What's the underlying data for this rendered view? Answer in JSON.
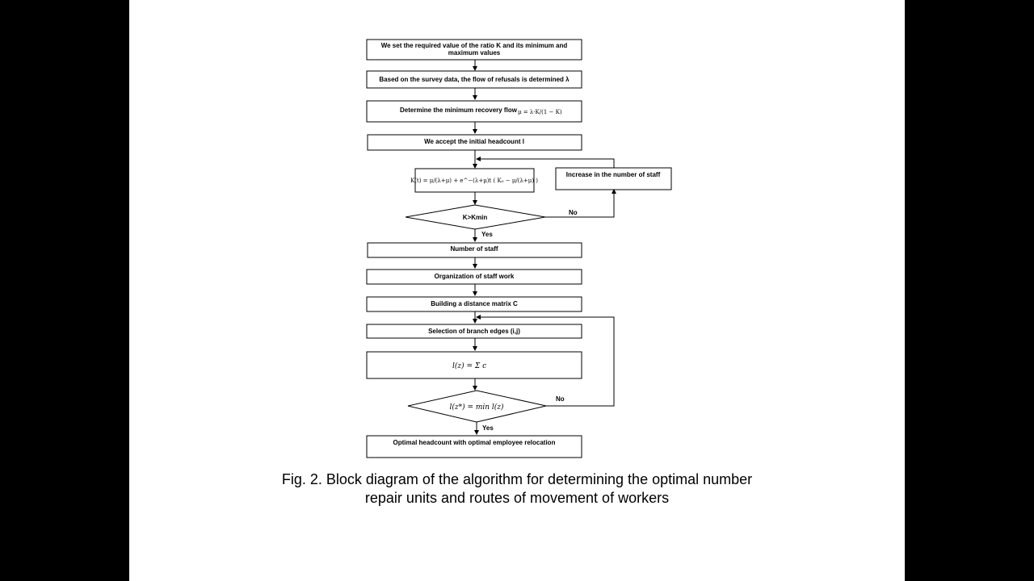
{
  "flow": {
    "step1_line1": "We set the required value of the ratio K and its minimum and",
    "step1_line2": "maximum values",
    "step2": "Based on the survey data, the flow of refusals is determined λ",
    "step3": "Determine the minimum recovery flow",
    "step3_formula": "μ = λ·K/(1 − K)",
    "step4": "We accept the initial headcount l",
    "step5_formula": "K(t) = μ/(λ+μ) + e^−(λ+μ)t ( K₀ − μ/(λ+μ) )",
    "increase": "Increase in the number of staff",
    "decision1": "K>Kmin",
    "no1": "No",
    "yes1": "Yes",
    "step6": "Number of staff",
    "step7": "Organization of staff work",
    "step8": "Building a distance matrix C",
    "step9": "Selection of branch edges (i,j)",
    "step10_formula": "l(z) = Σ c",
    "decision2": "l(z*) = min l(z)",
    "no2": "No",
    "yes2": "Yes",
    "step11": "Optimal headcount with optimal employee relocation"
  },
  "caption": {
    "line1": "Fig. 2. Block diagram of the algorithm for determining the optimal number",
    "line2": "repair units and routes of movement of workers"
  }
}
